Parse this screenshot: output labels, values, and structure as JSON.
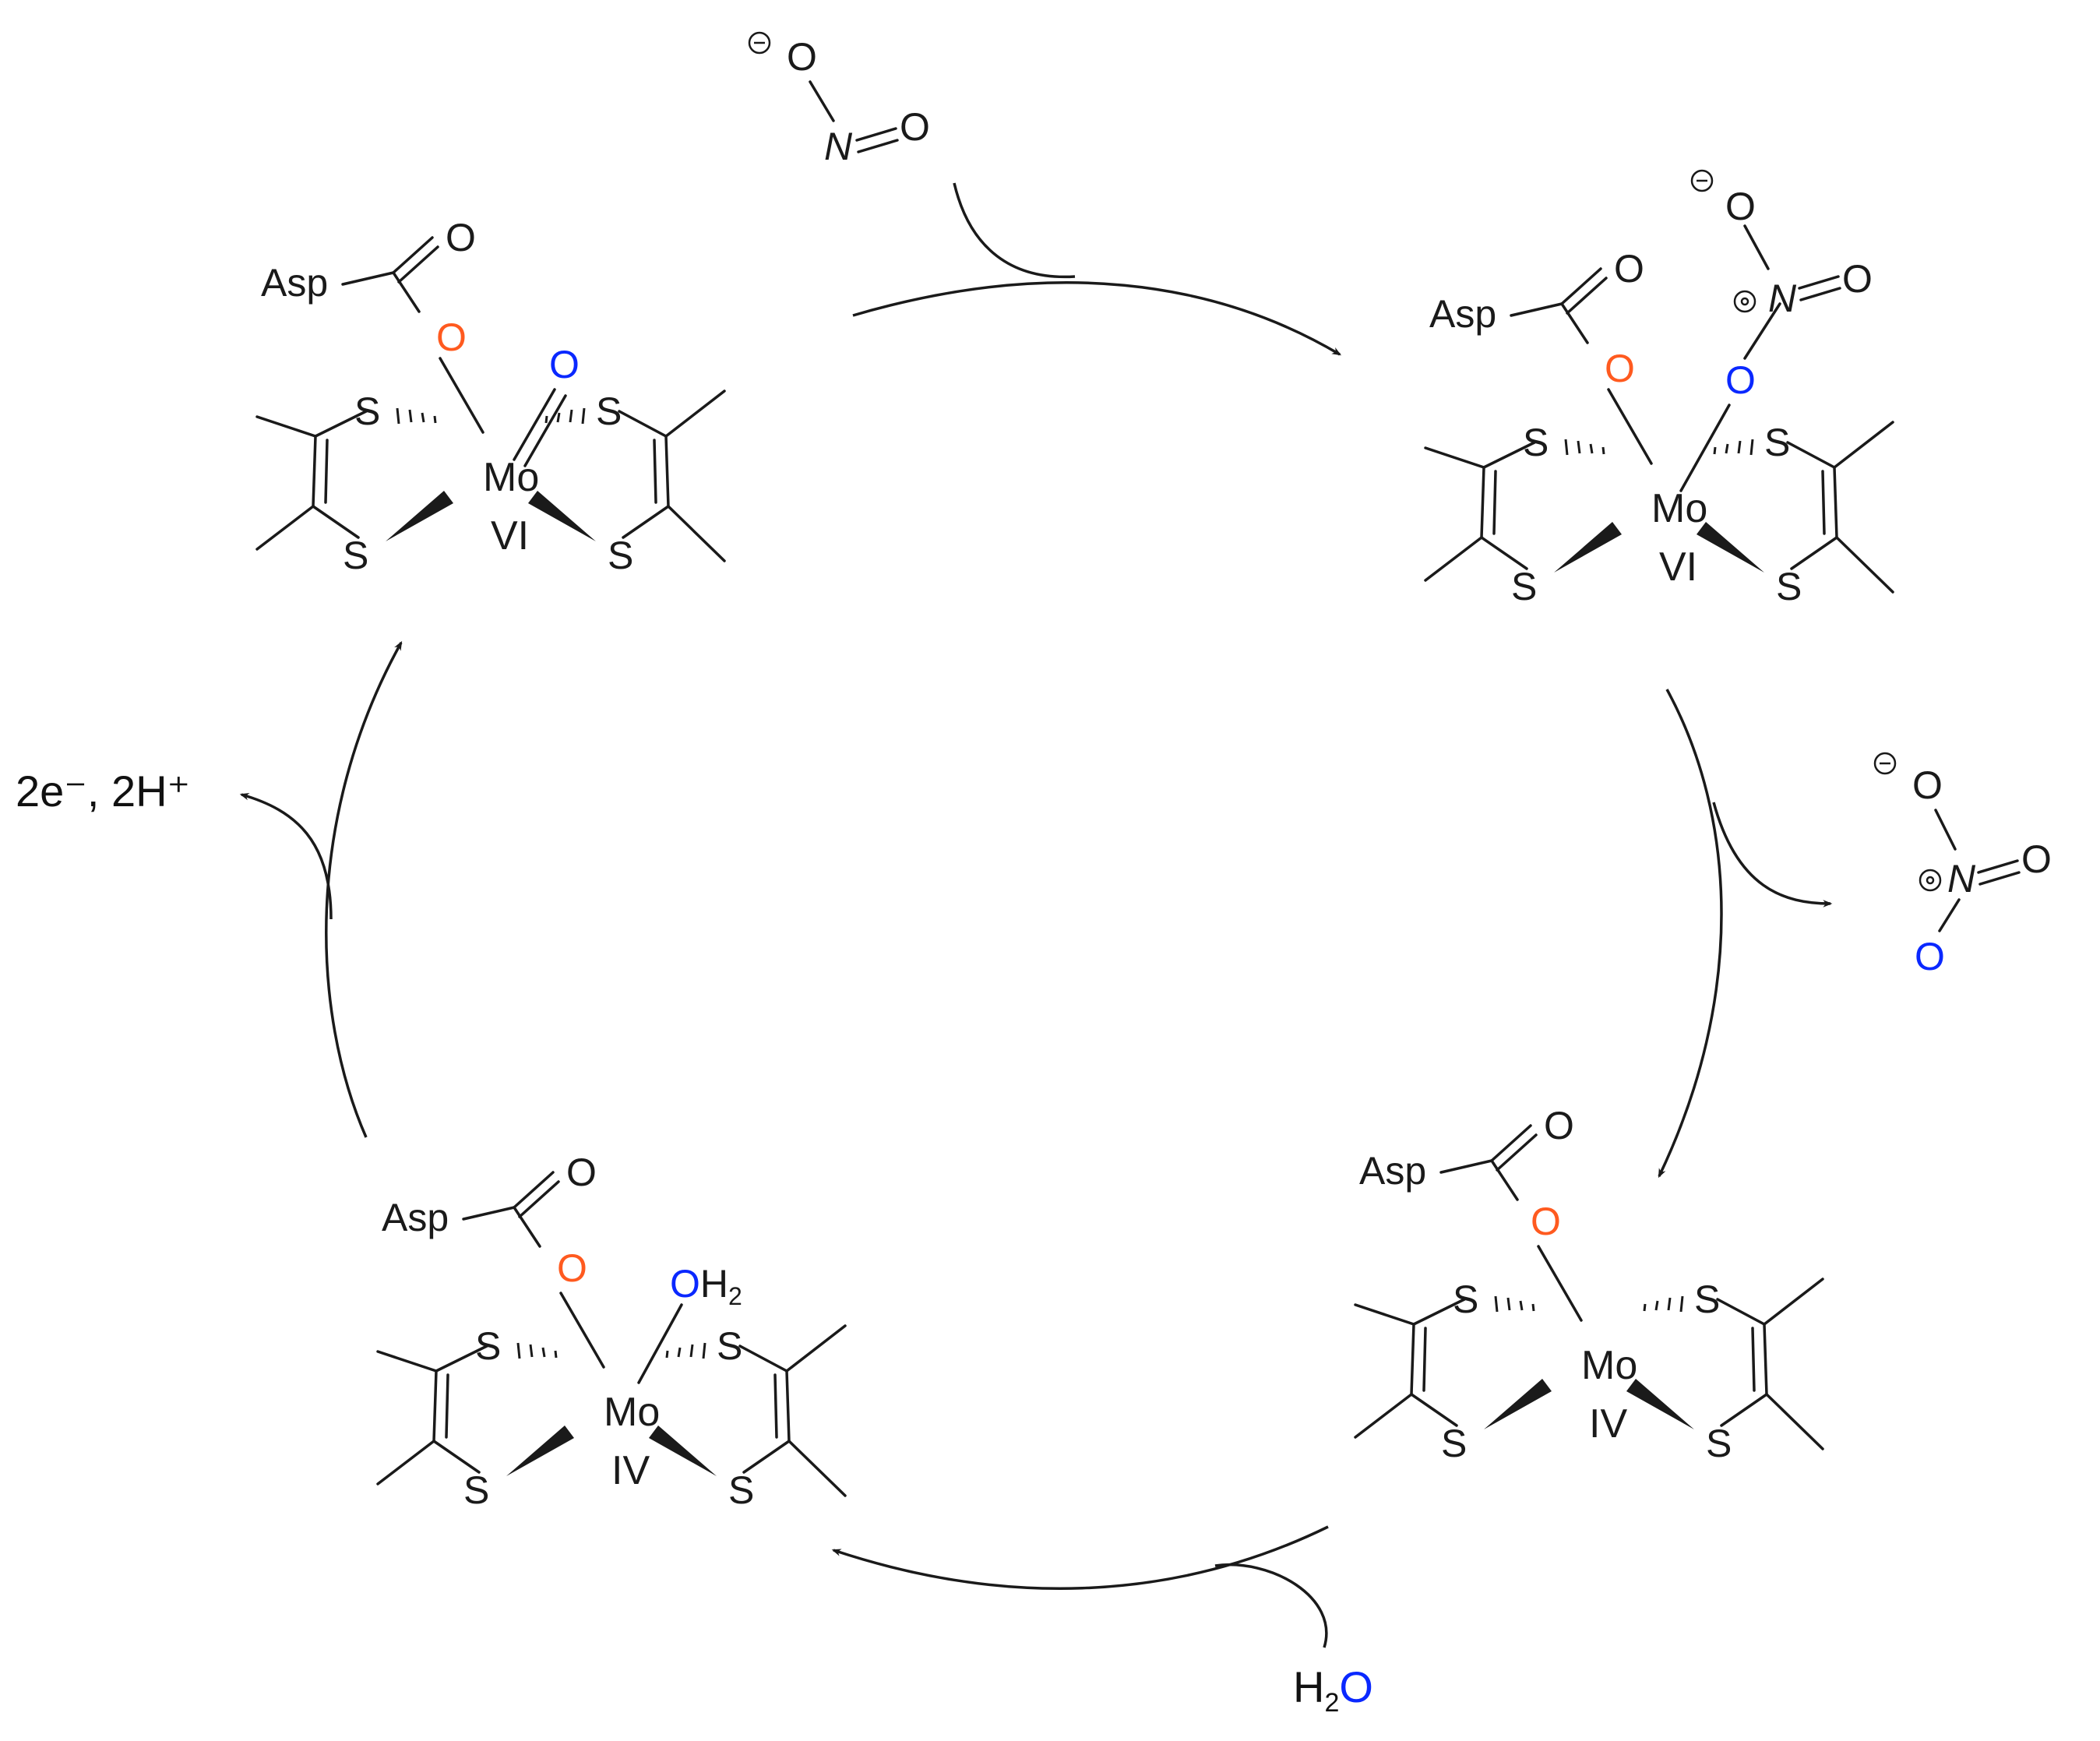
{
  "colors": {
    "asp_oxygen": "#ff5a1f",
    "transferred_oxygen": "#0a28ff",
    "ink": "#1a1a1a"
  },
  "complexes": [
    {
      "id": "top-left",
      "oxidation_state": "VI",
      "ligand": "O"
    },
    {
      "id": "top-right",
      "oxidation_state": "VI",
      "ligand": "O"
    },
    {
      "id": "bottom-right",
      "oxidation_state": "IV",
      "ligand": ""
    },
    {
      "id": "bottom-left",
      "oxidation_state": "IV",
      "ligand": "OH2"
    }
  ],
  "atoms": {
    "metal": "Mo",
    "sulfur": "S",
    "oxygen": "O",
    "nitrogen": "N",
    "residue": "Asp"
  },
  "species": {
    "nitrite_in": "nitrite",
    "nitrate_out": "nitrate",
    "water": "H2O",
    "reducing": "2e⁻, 2H⁺"
  },
  "labels": {
    "electrons_protons": "2e⁻, 2H⁺",
    "water_prefix": "H",
    "water_sub": "2",
    "water_o": "O",
    "oh2_o": "O",
    "oh2_h": "H",
    "oh2_sub": "2"
  }
}
